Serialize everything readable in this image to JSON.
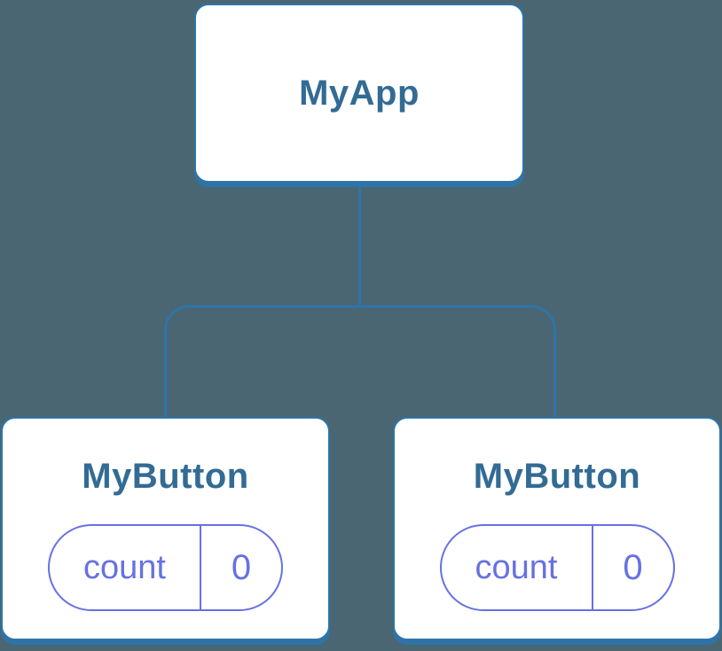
{
  "diagram": {
    "root": {
      "label": "MyApp"
    },
    "children": [
      {
        "label": "MyButton",
        "state": {
          "name": "count",
          "value": "0"
        }
      },
      {
        "label": "MyButton",
        "state": {
          "name": "count",
          "value": "0"
        }
      }
    ]
  },
  "colors": {
    "background": "#4a6673",
    "node-fill": "#ffffff",
    "node-border": "#2e74a8",
    "node-label": "#326b94",
    "state-accent": "#6671e2"
  }
}
